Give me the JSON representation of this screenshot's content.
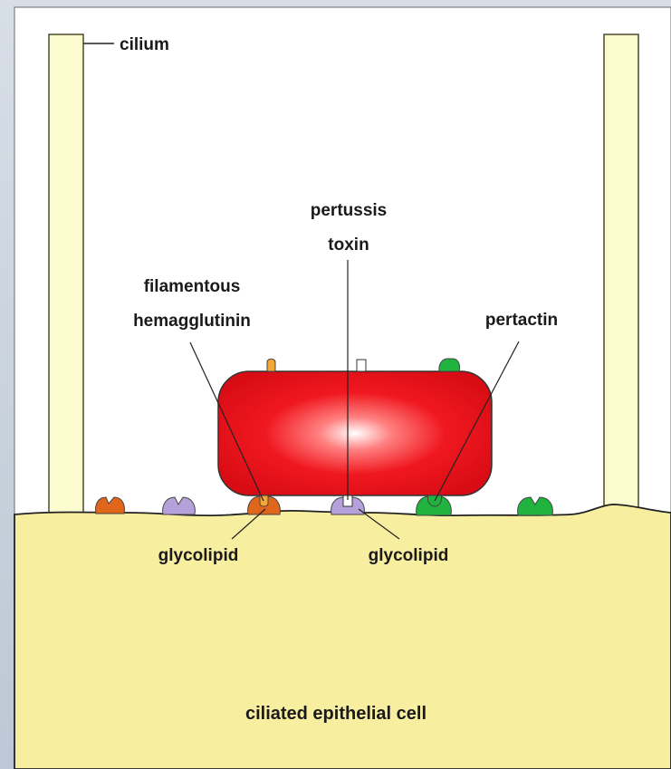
{
  "labels": {
    "cilium": "cilium",
    "pertussis_toxin_line1": "pertussis",
    "pertussis_toxin_line2": "toxin",
    "filamentous_line1": "filamentous",
    "filamentous_line2": "hemagglutinin",
    "pertactin": "pertactin",
    "glycolipid_left": "glycolipid",
    "glycolipid_right": "glycolipid",
    "cell": "ciliated epithelial cell"
  },
  "colors": {
    "cilium_fill": "#fbfbcf",
    "cell_fill": "#f8eea0",
    "bacterium_red": "#e8121a",
    "orange_receptor": "#e0661c",
    "purple_receptor": "#b5a0dc",
    "green_receptor": "#20b43e"
  }
}
